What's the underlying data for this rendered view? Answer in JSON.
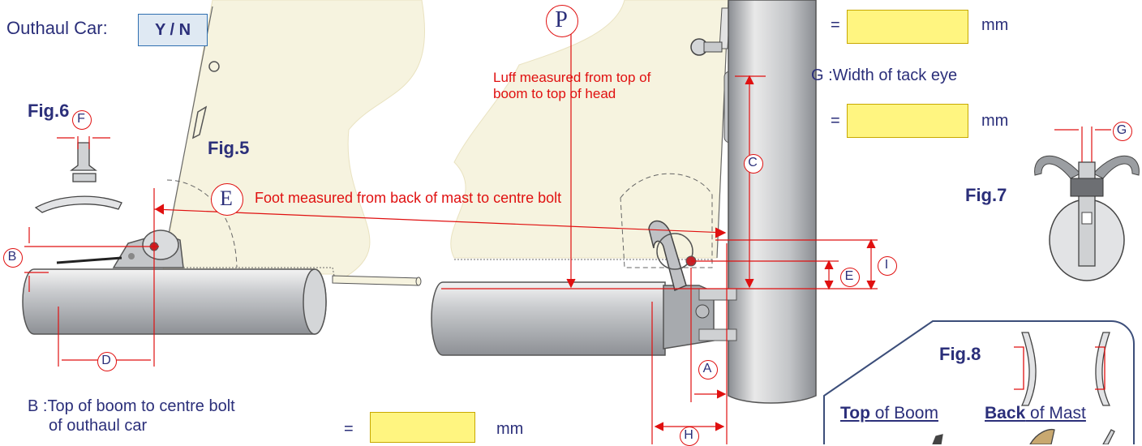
{
  "outhaul": {
    "label": "Outhaul Car:",
    "option": "Y / N"
  },
  "figures": {
    "fig5": "Fig.5",
    "fig6": "Fig.6",
    "fig7": "Fig.7",
    "fig8": "Fig.8"
  },
  "annotations": {
    "luff_line1": "Luff  measured from top of",
    "luff_line2": "boom  to top of head",
    "foot": "Foot measured from back of mast to centre bolt"
  },
  "markers": {
    "P": "P",
    "E_big": "E",
    "F": "F",
    "B": "B",
    "D": "D",
    "C": "C",
    "E_small": "E",
    "I": "I",
    "A": "A",
    "H": "H",
    "G": "G"
  },
  "fields": {
    "g_label": "G :Width of tack eye",
    "eq": "=",
    "unit": "mm",
    "b_label_line1": "B :Top of boom to centre bolt",
    "b_label_line2": "of outhaul car"
  },
  "fig8": {
    "top_bold": "Top",
    "top_rest": " of Boom",
    "back_bold": "Back",
    "back_rest": " of Mast"
  },
  "colors": {
    "sail": "#f6f3df",
    "red": "#e01010",
    "navy": "#2b2f7a",
    "field": "#fff580",
    "metal": "#b9bcc0"
  }
}
